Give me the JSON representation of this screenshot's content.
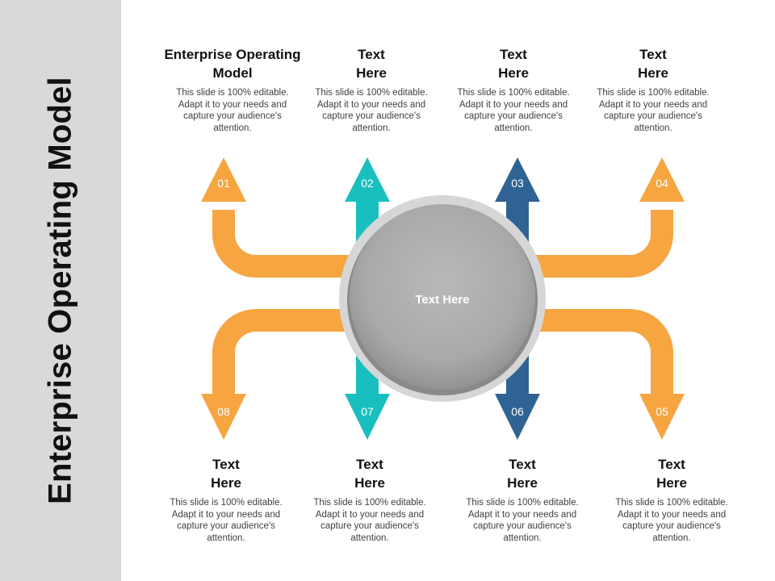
{
  "title": "Enterprise Operating Model",
  "center": "Text Here",
  "colors": {
    "orange": "#f7a540",
    "teal": "#19bfbf",
    "blue": "#2f6393",
    "sidebar": "#d9d9d9",
    "circle": "#b1b1b1"
  },
  "steps": [
    {
      "num": "01",
      "heading": "Enterprise Operating Model",
      "body": "This slide is 100% editable. Adapt it to your needs and capture your audience's attention.",
      "color": "orange"
    },
    {
      "num": "02",
      "heading": "Text Here",
      "body": "This slide is 100% editable. Adapt it to your needs and capture your audience's attention.",
      "color": "teal"
    },
    {
      "num": "03",
      "heading": "Text Here",
      "body": "This slide is 100% editable. Adapt it to your needs and capture your audience's attention.",
      "color": "blue"
    },
    {
      "num": "04",
      "heading": "Text Here",
      "body": "This slide is 100% editable. Adapt it to your needs and capture your audience's attention.",
      "color": "orange"
    },
    {
      "num": "05",
      "heading": "Text Here",
      "body": "This slide is 100% editable. Adapt it to your needs and capture your audience's attention.",
      "color": "orange"
    },
    {
      "num": "06",
      "heading": "Text Here",
      "body": "This slide is 100% editable. Adapt it to your needs and capture your audience's attention.",
      "color": "blue"
    },
    {
      "num": "07",
      "heading": "Text Here",
      "body": "This slide is 100% editable. Adapt it to your needs and capture your audience's attention.",
      "color": "teal"
    },
    {
      "num": "08",
      "heading": "Text Here",
      "body": "This slide is 100% editable. Adapt it to your needs and capture your audience's attention.",
      "color": "orange"
    }
  ]
}
